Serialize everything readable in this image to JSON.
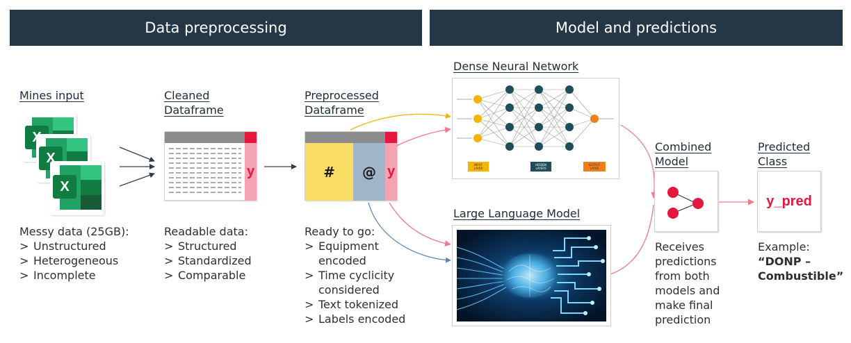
{
  "banners": {
    "left": "Data preprocessing",
    "right": "Model and predictions"
  },
  "mines": {
    "title": "Mines input",
    "excel_letter": "X",
    "heading": "Messy data (25GB):",
    "items": [
      "Unstructured",
      "Heterogeneous",
      "Incomplete"
    ]
  },
  "cleaned": {
    "title_line1": "Cleaned",
    "title_line2": "Dataframe",
    "y_label": "y",
    "heading": "Readable data:",
    "items": [
      "Structured",
      "Standardized",
      "Comparable"
    ]
  },
  "preprocessed": {
    "title_line1": "Preprocessed",
    "title_line2": "Dataframe",
    "hash_label": "#",
    "at_label": "@",
    "y_label": "y",
    "heading": "Ready to go:",
    "items": [
      [
        "Equipment",
        "encoded"
      ],
      [
        "Time cyclicity",
        "considered"
      ],
      [
        "Text tokenized"
      ],
      [
        "Labels encoded"
      ]
    ]
  },
  "dnn": {
    "title": "Dense Neural Network",
    "legend": {
      "input": [
        "INPUT",
        "LAYER"
      ],
      "hidden": [
        "HIDDEN",
        "LAYERS"
      ],
      "output": [
        "OUTPUT",
        "LAYER"
      ]
    }
  },
  "llm": {
    "title": "Large Language Model"
  },
  "combined": {
    "title_line1": "Combined",
    "title_line2": "Model",
    "description": [
      "Receives",
      "predictions",
      "from both",
      "models and",
      "make final",
      "prediction"
    ]
  },
  "predicted": {
    "title_line1": "Predicted",
    "title_line2": "Class",
    "output_label": "y_pred",
    "example_label": "Example:",
    "example_value_line1": "“DONP –",
    "example_value_line2": "Combustible”"
  },
  "colors": {
    "banner": "#243746",
    "accent_red": "#e5173f",
    "pink": "#f4a3b2",
    "yellow": "#f8dc63",
    "blue_gray": "#9fb6c9",
    "node_dark": "#1f4e5a",
    "node_yellow": "#f5b400",
    "node_orange": "#f07f1c",
    "arrow_yellow": "#f0b400",
    "arrow_pink": "#f07a8c",
    "arrow_blue": "#5b86b5",
    "arrow_dark": "#2f3e4a"
  },
  "icons": [
    "excel-icon",
    "neural-network-diagram",
    "ai-brain-circuit-image",
    "graph-nodes-icon"
  ]
}
